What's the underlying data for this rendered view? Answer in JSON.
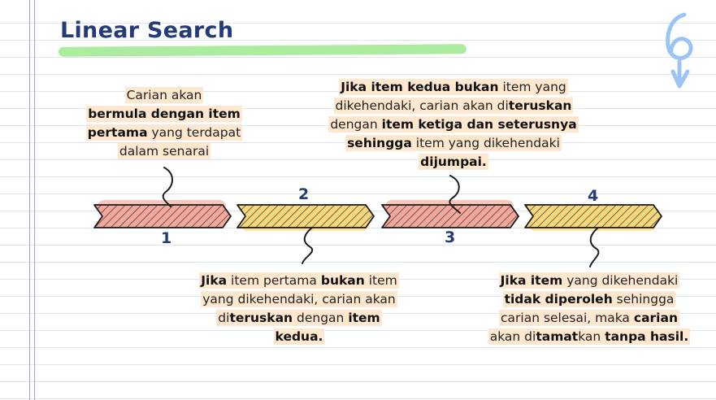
{
  "title": "Linear Search",
  "colors": {
    "title": "#243b78",
    "highlight_green": "#9fe98f",
    "segment_red": "#f3a89b",
    "segment_yellow": "#f7d77c",
    "glow_red": "#f7c6bc",
    "glow_yellow": "#fbe3a4",
    "note_bg": "#fde7cf",
    "decor_blue": "#9cc3f5"
  },
  "decoration": {
    "name": "number-six-doodle",
    "text": "6"
  },
  "steps": [
    {
      "number": "1",
      "color": "red"
    },
    {
      "number": "2",
      "color": "yellow"
    },
    {
      "number": "3",
      "color": "red"
    },
    {
      "number": "4",
      "color": "yellow"
    }
  ],
  "notes": {
    "step1": {
      "lines": [
        [
          {
            "t": "Carian akan",
            "b": false
          }
        ],
        [
          {
            "t": "bermula dengan item",
            "b": true
          }
        ],
        [
          {
            "t": "pertama",
            "b": true
          },
          {
            "t": " yang terdapat",
            "b": false
          }
        ],
        [
          {
            "t": "dalam senarai",
            "b": false
          }
        ]
      ]
    },
    "step2": {
      "lines": [
        [
          {
            "t": "Jika",
            "b": true
          },
          {
            "t": " item pertama ",
            "b": false
          },
          {
            "t": "bukan",
            "b": true
          },
          {
            "t": " item",
            "b": false
          }
        ],
        [
          {
            "t": "yang dikehendaki, carian akan",
            "b": false
          }
        ],
        [
          {
            "t": "di",
            "b": false
          },
          {
            "t": "teruskan",
            "b": true
          },
          {
            "t": " dengan ",
            "b": false
          },
          {
            "t": "item",
            "b": true
          }
        ],
        [
          {
            "t": "kedua.",
            "b": true
          }
        ]
      ]
    },
    "step3": {
      "lines": [
        [
          {
            "t": "Jika item kedua bukan",
            "b": true
          },
          {
            "t": " item yang",
            "b": false
          }
        ],
        [
          {
            "t": "dikehendaki, carian akan di",
            "b": false
          },
          {
            "t": "teruskan",
            "b": true
          }
        ],
        [
          {
            "t": "dengan ",
            "b": false
          },
          {
            "t": "item ketiga dan seterusnya",
            "b": true
          }
        ],
        [
          {
            "t": "sehingga",
            "b": true
          },
          {
            "t": " item yang dikehendaki",
            "b": false
          }
        ],
        [
          {
            "t": "dijumpai.",
            "b": true
          }
        ]
      ]
    },
    "step4": {
      "lines": [
        [
          {
            "t": "Jika item",
            "b": true
          },
          {
            "t": " yang dikehendaki",
            "b": false
          }
        ],
        [
          {
            "t": "tidak diperoleh",
            "b": true
          },
          {
            "t": " sehingga",
            "b": false
          }
        ],
        [
          {
            "t": "carian selesai, maka ",
            "b": false
          },
          {
            "t": "carian",
            "b": true
          }
        ],
        [
          {
            "t": "akan di",
            "b": false
          },
          {
            "t": "tamat",
            "b": true
          },
          {
            "t": "kan ",
            "b": false
          },
          {
            "t": "tanpa hasil.",
            "b": true
          }
        ]
      ]
    }
  }
}
